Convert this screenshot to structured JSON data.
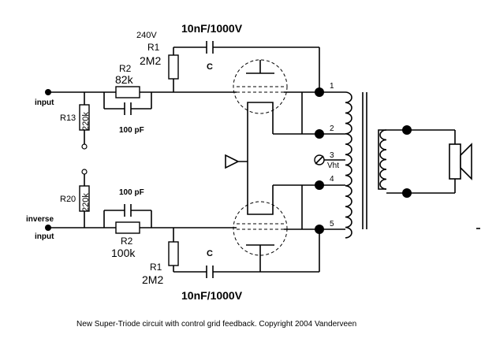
{
  "labels": {
    "top_voltage": "240V",
    "top_r1": "R1",
    "top_r1_value": "2M2",
    "top_cap_value": "10nF/1000V",
    "top_cap": "C",
    "top_r2": "R2",
    "top_r2_value": "82k",
    "input": "input",
    "r13": "R13",
    "r13_value": "220k",
    "top_pf": "100 pF",
    "r20": "R20",
    "r20_value": "220k",
    "bottom_pf": "100 pF",
    "inverse_line1": "inverse",
    "inverse_line2": "input",
    "bottom_r2": "R2",
    "bottom_r2_value": "100k",
    "bottom_r1": "R1",
    "bottom_r1_value": "2M2",
    "bottom_cap": "C",
    "bottom_cap_value": "10nF/1000V",
    "tap1": "1",
    "tap2": "2",
    "tap3": "3",
    "tap4": "4",
    "tap5": "5",
    "vht": "Vht",
    "caption": "New Super-Triode circuit with control grid feedback. Copyright 2004 Vanderveen"
  }
}
